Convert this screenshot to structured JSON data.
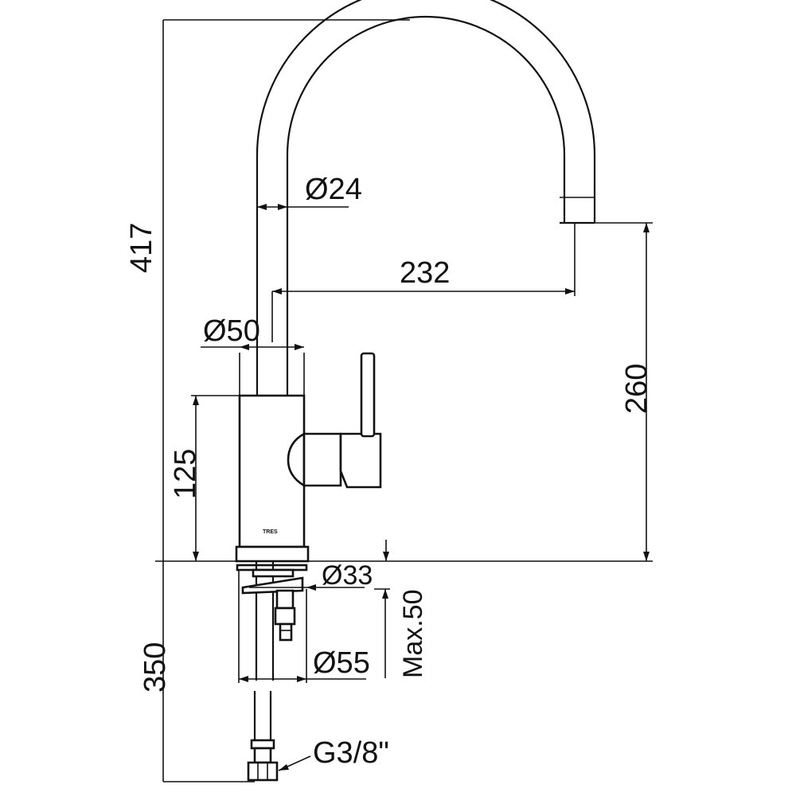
{
  "dimensions": {
    "total_height": "417",
    "spout_diameter": "Ø24",
    "spout_reach": "232",
    "body_diameter": "Ø50",
    "outlet_height": "260",
    "body_height": "125",
    "thread_diameter": "Ø33",
    "max_counter_thickness": "Max.50",
    "base_plate_diameter": "Ø55",
    "hose_length": "350",
    "connection_thread": "G3/8\""
  },
  "brand_mark": "TRES"
}
